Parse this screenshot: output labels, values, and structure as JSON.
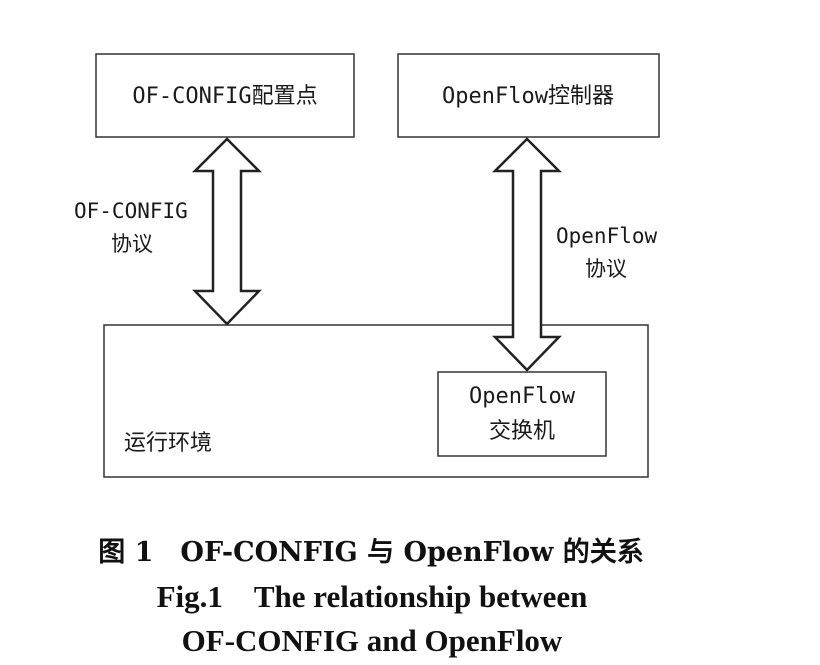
{
  "diagram": {
    "config_point_label": "OF-CONFIG配置点",
    "controller_label": "OpenFlow控制器",
    "ofconfig_protocol_line1": "OF-CONFIG",
    "ofconfig_protocol_line2": "协议",
    "openflow_protocol_line1": "OpenFlow",
    "openflow_protocol_line2": "协议",
    "runtime_env_label": "运行环境",
    "switch_line1": "OpenFlow",
    "switch_line2": "交换机"
  },
  "caption": {
    "cn": "图 1　OF-CONFIG 与 OpenFlow 的关系",
    "en_line1": "Fig.1　The relationship between",
    "en_line2": "OF-CONFIG and OpenFlow"
  }
}
